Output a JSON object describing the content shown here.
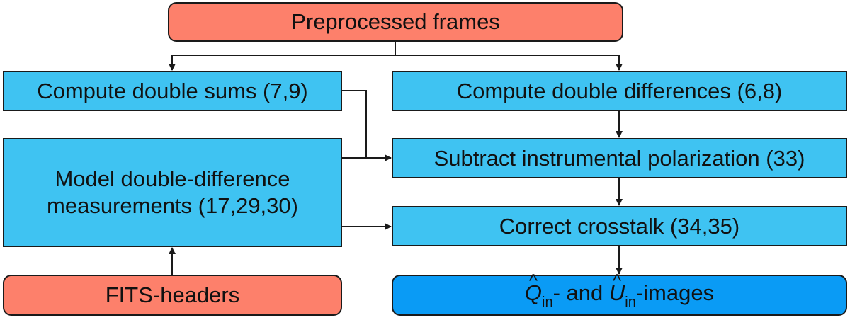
{
  "diagram": {
    "nodes": {
      "preprocessed": {
        "label": "Preprocessed frames",
        "type": "input"
      },
      "double_sums": {
        "label": "Compute double sums (7,9)",
        "type": "process"
      },
      "double_differences": {
        "label": "Compute double differences (6,8)",
        "type": "process"
      },
      "model": {
        "line1": "Model double-difference",
        "line2": "measurements (17,29,30)",
        "type": "process"
      },
      "subtract": {
        "label": "Subtract instrumental polarization (33)",
        "type": "process"
      },
      "crosstalk": {
        "label": "Correct crosstalk (34,35)",
        "type": "process"
      },
      "fits": {
        "label": "FITS-headers",
        "type": "input"
      },
      "output": {
        "q_symbol": "Q",
        "u_symbol": "U",
        "subscript": "in",
        "mid_text": "- and ",
        "end_text": "-images",
        "type": "output"
      }
    },
    "edges": [
      {
        "from": "preprocessed",
        "to": "double_sums"
      },
      {
        "from": "preprocessed",
        "to": "double_differences"
      },
      {
        "from": "double_differences",
        "to": "subtract"
      },
      {
        "from": "double_sums",
        "to": "subtract"
      },
      {
        "from": "model",
        "to": "subtract"
      },
      {
        "from": "model",
        "to": "crosstalk"
      },
      {
        "from": "subtract",
        "to": "crosstalk"
      },
      {
        "from": "fits",
        "to": "model"
      },
      {
        "from": "crosstalk",
        "to": "output"
      }
    ],
    "colors": {
      "input": "#fd806b",
      "process": "#3fc3f2",
      "output": "#0a9bf5",
      "line": "#1a1a1a"
    }
  }
}
